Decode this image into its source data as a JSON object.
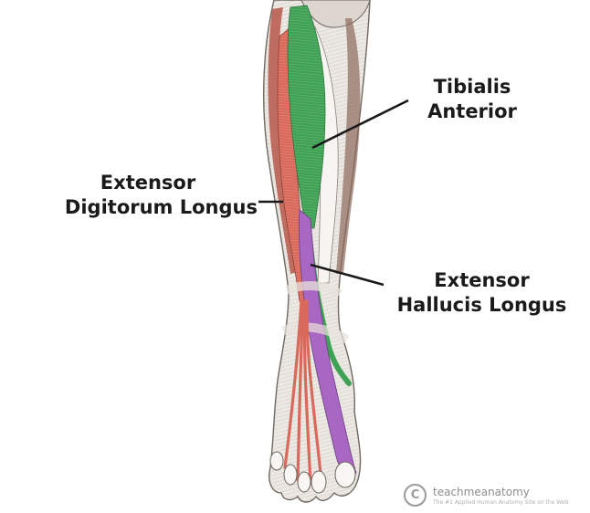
{
  "labels": {
    "tibialis_anterior": [
      "Tibialis",
      "Anterior"
    ],
    "extensor_digitorum_longus": [
      "Extensor",
      "Digitorum Longus"
    ],
    "extensor_hallucis_longus": [
      "Extensor",
      "Hallucis Longus"
    ]
  },
  "watermark": {
    "brand": "teachmeanatomy",
    "subtitle": "The #1 Applied Human Anatomy Site on the Web"
  },
  "colors": {
    "tibialis_anterior": "#3fa154",
    "extensor_digitorum_longus": "#d9695a",
    "extensor_hallucis_longus": "#a867c2",
    "leader_line": "#1a1a1a"
  }
}
